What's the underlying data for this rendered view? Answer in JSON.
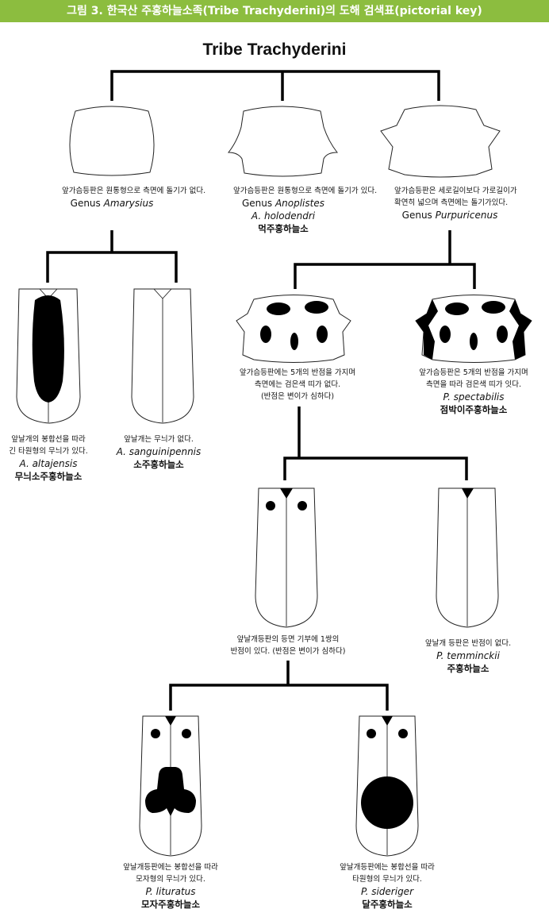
{
  "header": {
    "title": "그림 3. 한국산 주홍하늘소족(Tribe Trachyderini)의 도해 검색표(pictorial key)"
  },
  "diagram": {
    "root_title": "Tribe Trachyderini",
    "nodes": {
      "amarysius": {
        "desc": [
          "앞가슴등판은 원통형으로 측면에 돌기가 없다."
        ],
        "sci_prefix": "Genus ",
        "sci": "Amarysius",
        "ko": ""
      },
      "anoplistes": {
        "desc": [
          "앞가슴등판은 원통형으로 측면에 돌기가 있다."
        ],
        "sci_prefix": "Genus ",
        "sci": "Anoplistes",
        "sci2": "A. holodendri",
        "ko": "먹주홍하늘소"
      },
      "purpuricenus": {
        "desc": [
          "앞가슴등판은 세로길이보다 가로길이가",
          "확연히 넓으며 측면에는 돌기가있다."
        ],
        "sci_prefix": "Genus  ",
        "sci": "Purpuricenus",
        "ko": ""
      },
      "altajensis": {
        "desc": [
          "앞날개의 봉합선을 따라",
          "긴 타원형의 무늬가 있다."
        ],
        "sci": "A. altajensis",
        "ko": "무늬소주홍하늘소"
      },
      "sanguinipennis": {
        "desc": [
          "앞날개는 무늬가 없다."
        ],
        "sci": "A. sanguinipennis",
        "ko": "소주홍하늘소"
      },
      "five_spots_no_band": {
        "desc": [
          "앞가슴등판에는 5개의 반점을 가지며",
          "측면에는 검은색 띠가 없다.",
          "(반점은 변이가 심하다)"
        ],
        "sci": "",
        "ko": ""
      },
      "spectabilis": {
        "desc": [
          "앞가슴등판은 5개의 반점을 가지며",
          "측면을 따라 검은색 띠가 잇다."
        ],
        "sci": "P. spectabilis",
        "ko": "점박이주홍하늘소"
      },
      "elytra_spots": {
        "desc": [
          "앞날개등판의 등면 기부에 1쌍의",
          "반점이 있다. (반점은 변이가 심하다)"
        ],
        "sci": "",
        "ko": ""
      },
      "temminckii": {
        "desc": [
          "앞날개 등판은 반점이 없다."
        ],
        "sci": "P. temminckii",
        "ko": "주홍하늘소"
      },
      "lituratus": {
        "desc": [
          "앞날개등판에는 봉합선을 따라",
          "모자형의 무늬가 있다."
        ],
        "sci": "P. lituratus",
        "ko": "모자주홍하늘소"
      },
      "sideriger": {
        "desc": [
          "앞날개등판에는 봉합선을 따라",
          "타원형의 무늬가 있다."
        ],
        "sci": "P. sideriger",
        "ko": "달주홍하늘소"
      }
    }
  }
}
